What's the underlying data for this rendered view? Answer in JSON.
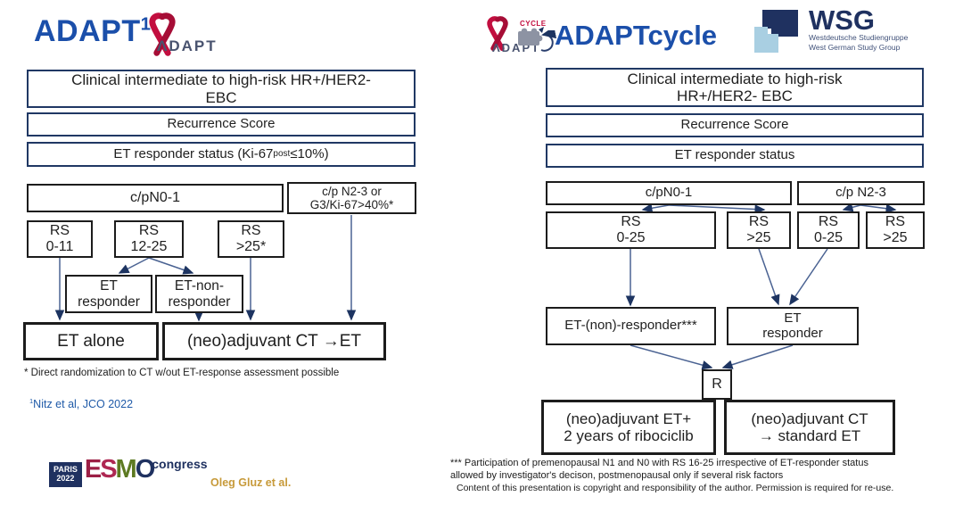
{
  "left": {
    "title": "ADAPT",
    "title_sup": "1",
    "logo_lambda": "Λ",
    "logo_wordmark": "DAPT",
    "box_clinical": "Clinical intermediate to high-risk HR+/HER2-\nEBC",
    "box_recurrence": "Recurrence Score",
    "et_status": {
      "pre": "ET responder status (Ki-67",
      "sub": "post",
      "post": " ≤10%)"
    },
    "box_n01": "c/pN0-1",
    "box_n23": "c/p N2-3 or\nG3/Ki-67>40%*",
    "box_rs_0_11": "RS\n0-11",
    "box_rs_12_25": "RS\n12-25",
    "box_rs_gt25": "RS\n>25*",
    "box_et_responder": "ET\nresponder",
    "box_et_non_responder": "ET-non-\nresponder",
    "box_et_alone": "ET alone",
    "box_neoadj_ct": "(neo)adjuvant CT →ET",
    "footnote": "* Direct randomization to CT w/out ET-response assessment possible",
    "reference_sup": "1",
    "reference": "Nitz et al, JCO 2022"
  },
  "right": {
    "title": "ADAPTcycle",
    "logo_cycle": "CYCLE",
    "logo_lambda": "Λ",
    "logo_wordmark": "DAPT",
    "box_clinical": "Clinical intermediate to high-risk\nHR+/HER2- EBC",
    "box_recurrence": "Recurrence Score",
    "box_et_status": "ET responder status",
    "box_n01": "c/pN0-1",
    "box_n23": "c/p N2-3",
    "box_rs_0_25_a": "RS\n0-25",
    "box_rs_gt25_a": "RS\n>25",
    "box_rs_0_25_b": "RS\n0-25",
    "box_rs_gt25_b": "RS\n>25",
    "box_et_non_responder": "ET-(non)-responder***",
    "box_et_responder": "ET\nresponder",
    "box_r": "R",
    "box_neoadj_et": "(neo)adjuvant ET+\n2 years of ribociclib",
    "box_neoadj_ct": "(neo)adjuvant CT\n→ standard ET",
    "footnote_line1": "*** Participation of premenopausal N1 and N0 with RS 16-25 irrespective of ET-responder status",
    "footnote_line2": "allowed by investigator's decison, postmenopausal only if several risk factors",
    "copyright": "Content of this presentation is copyright and responsibility of the author. Permission is required for re-use."
  },
  "wsg": {
    "acronym": "WSG",
    "line1": "Westdeutsche Studiengruppe",
    "line2": "West German Study Group"
  },
  "esmo": {
    "paris": "PARIS",
    "year": "2022",
    "letters": [
      "E",
      "S",
      "M",
      "O"
    ],
    "letter_colors": [
      "#9c1f45",
      "#ae2752",
      "#5d7a22",
      "#1f3160"
    ],
    "congress": "congress"
  },
  "credit": "Oleg Gluz et al.",
  "colors": {
    "title_blue": "#1b4faa",
    "navy_border": "#203864",
    "black_border": "#1c1c1c",
    "arrow": "#4a6292",
    "arrowhead": "#1d3461",
    "gold": "#c79a3a",
    "ribbon_red": "#c20e3f",
    "reference_blue": "#1f5aa8"
  }
}
